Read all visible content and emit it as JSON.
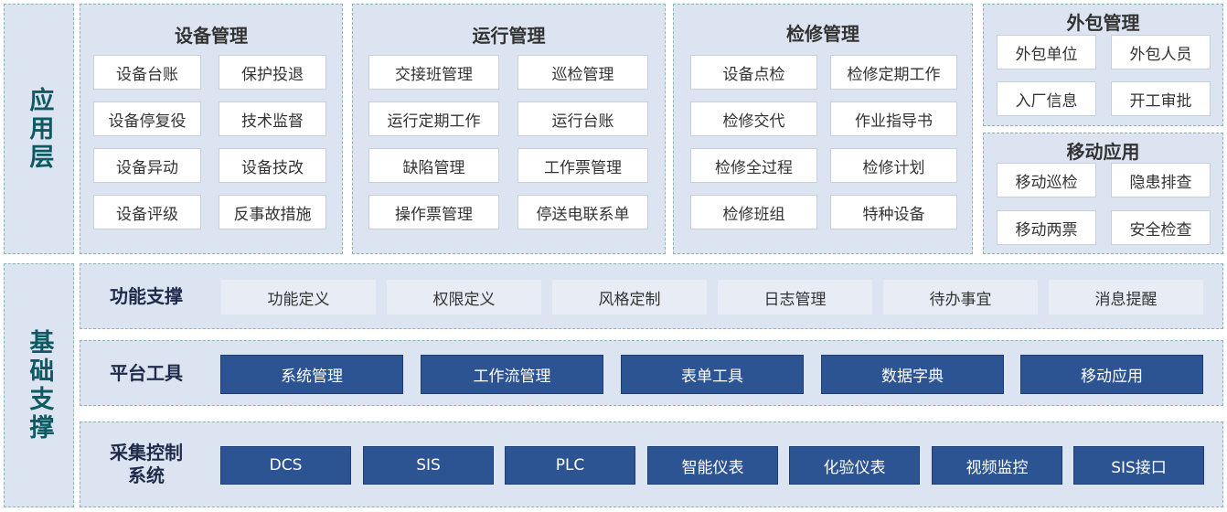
{
  "layers": {
    "application_label": "应用层",
    "foundation_label": "基础支撑"
  },
  "equipment": {
    "title": "设备管理",
    "items": [
      "设备台账",
      "保护投退",
      "设备停复役",
      "技术监督",
      "设备异动",
      "设备技改",
      "设备评级",
      "反事故措施"
    ]
  },
  "operation": {
    "title": "运行管理",
    "items": [
      "交接班管理",
      "巡检管理",
      "运行定期工作",
      "运行台账",
      "缺陷管理",
      "工作票管理",
      "操作票管理",
      "停送电联系单"
    ]
  },
  "maintenance": {
    "title": "检修管理",
    "items": [
      "设备点检",
      "检修定期工作",
      "检修交代",
      "作业指导书",
      "检修全过程",
      "检修计划",
      "检修班组",
      "特种设备"
    ]
  },
  "outsourcing": {
    "title": "外包管理",
    "items": [
      "外包单位",
      "外包人员",
      "入厂信息",
      "开工审批"
    ]
  },
  "mobile": {
    "title": "移动应用",
    "items": [
      "移动巡检",
      "隐患排查",
      "移动两票",
      "安全检查"
    ]
  },
  "function_support": {
    "title": "功能支撑",
    "items": [
      "功能定义",
      "权限定义",
      "风格定制",
      "日志管理",
      "待办事宜",
      "消息提醒"
    ]
  },
  "platform_tools": {
    "title": "平台工具",
    "items": [
      "系统管理",
      "工作流管理",
      "表单工具",
      "数据字典",
      "移动应用"
    ]
  },
  "acquisition": {
    "title_line1": "采集控制",
    "title_line2": "系统",
    "items": [
      "DCS",
      "SIS",
      "PLC",
      "智能仪表",
      "化验仪表",
      "视频监控",
      "SIS接口"
    ]
  }
}
